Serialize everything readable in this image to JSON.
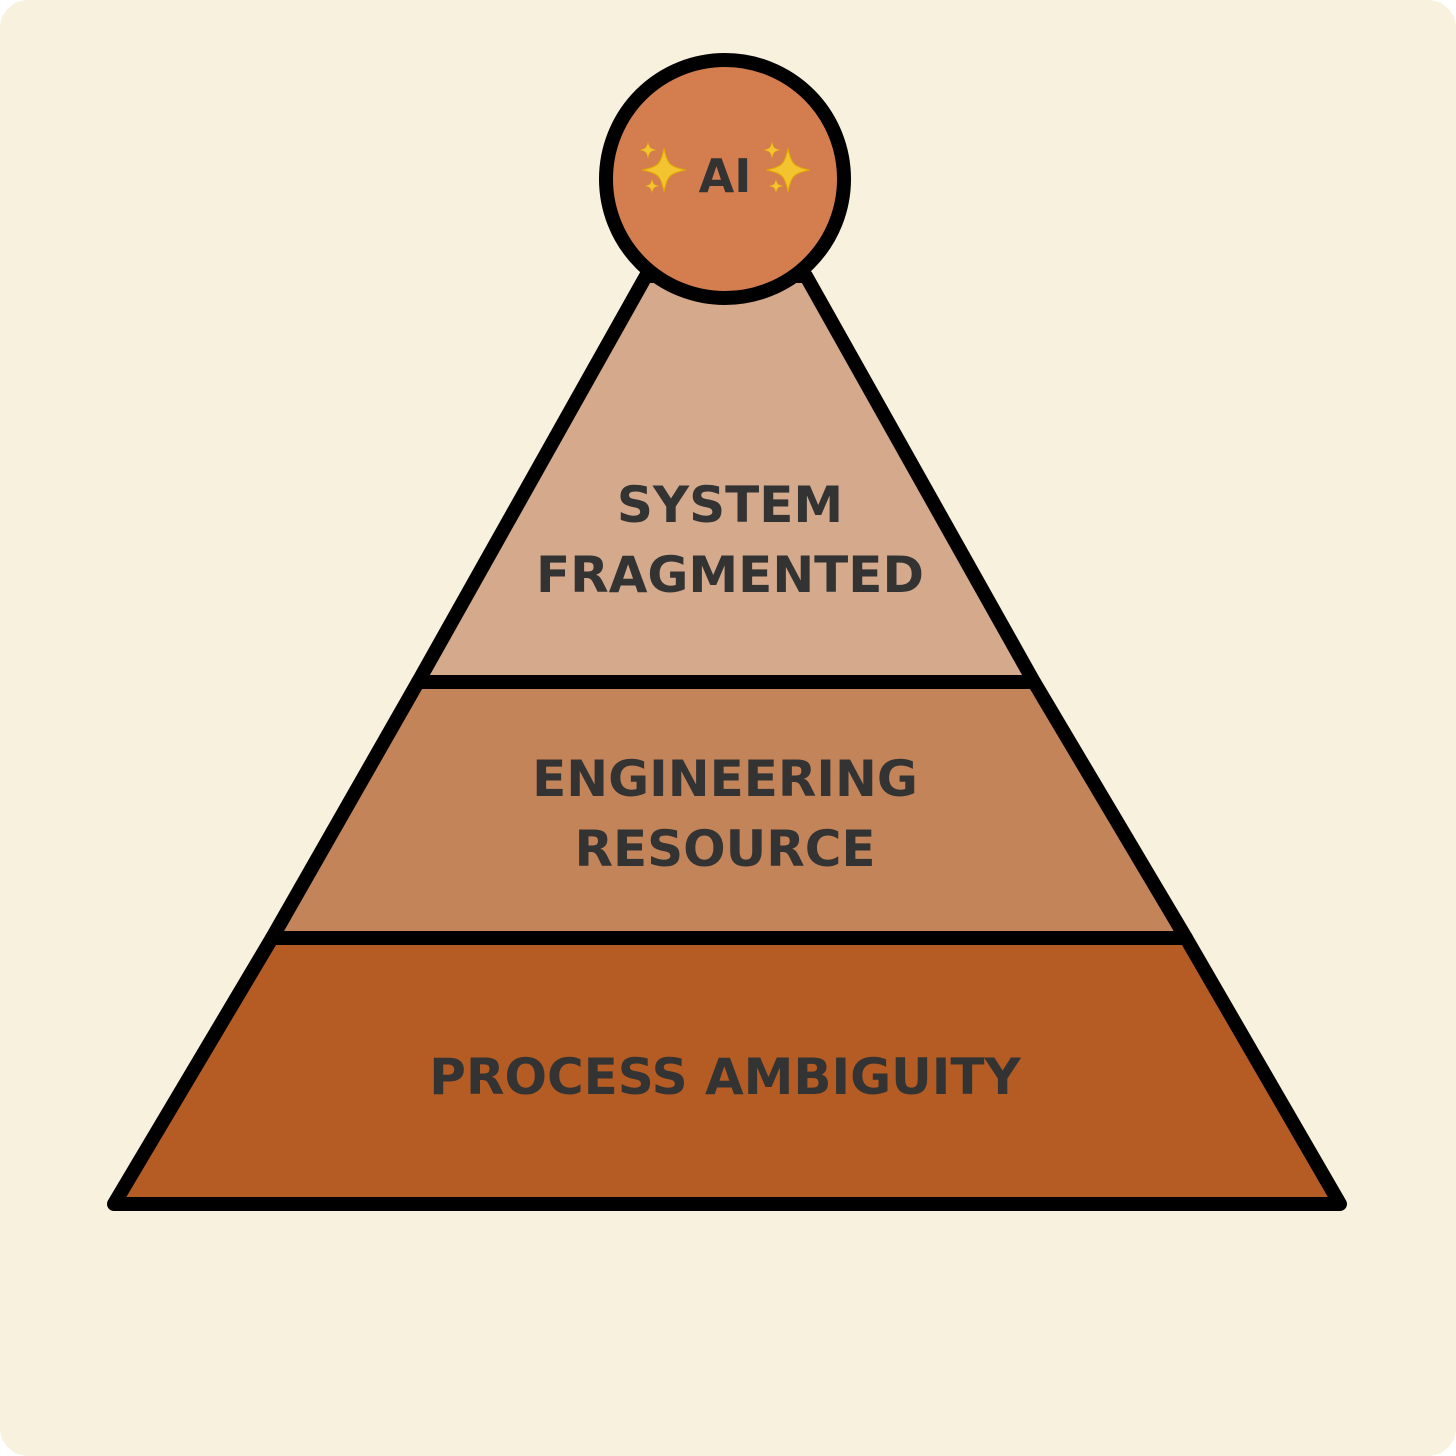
{
  "pyramid": {
    "apex": {
      "label": "AI",
      "icon_left": "sparkles-icon",
      "icon_right": "sparkles-icon"
    },
    "tiers": [
      {
        "lines": [
          "SYSTEM",
          "FRAGMENTED"
        ],
        "color": "#d4a98c"
      },
      {
        "lines": [
          "ENGINEERING",
          "RESOURCE"
        ],
        "color": "#c4845a"
      },
      {
        "lines": [
          "PROCESS AMBIGUITY"
        ],
        "color": "#b45c24"
      }
    ],
    "apex_color": "#d47d4f",
    "outline_color": "#000000",
    "background_color": "#f7f1de"
  }
}
